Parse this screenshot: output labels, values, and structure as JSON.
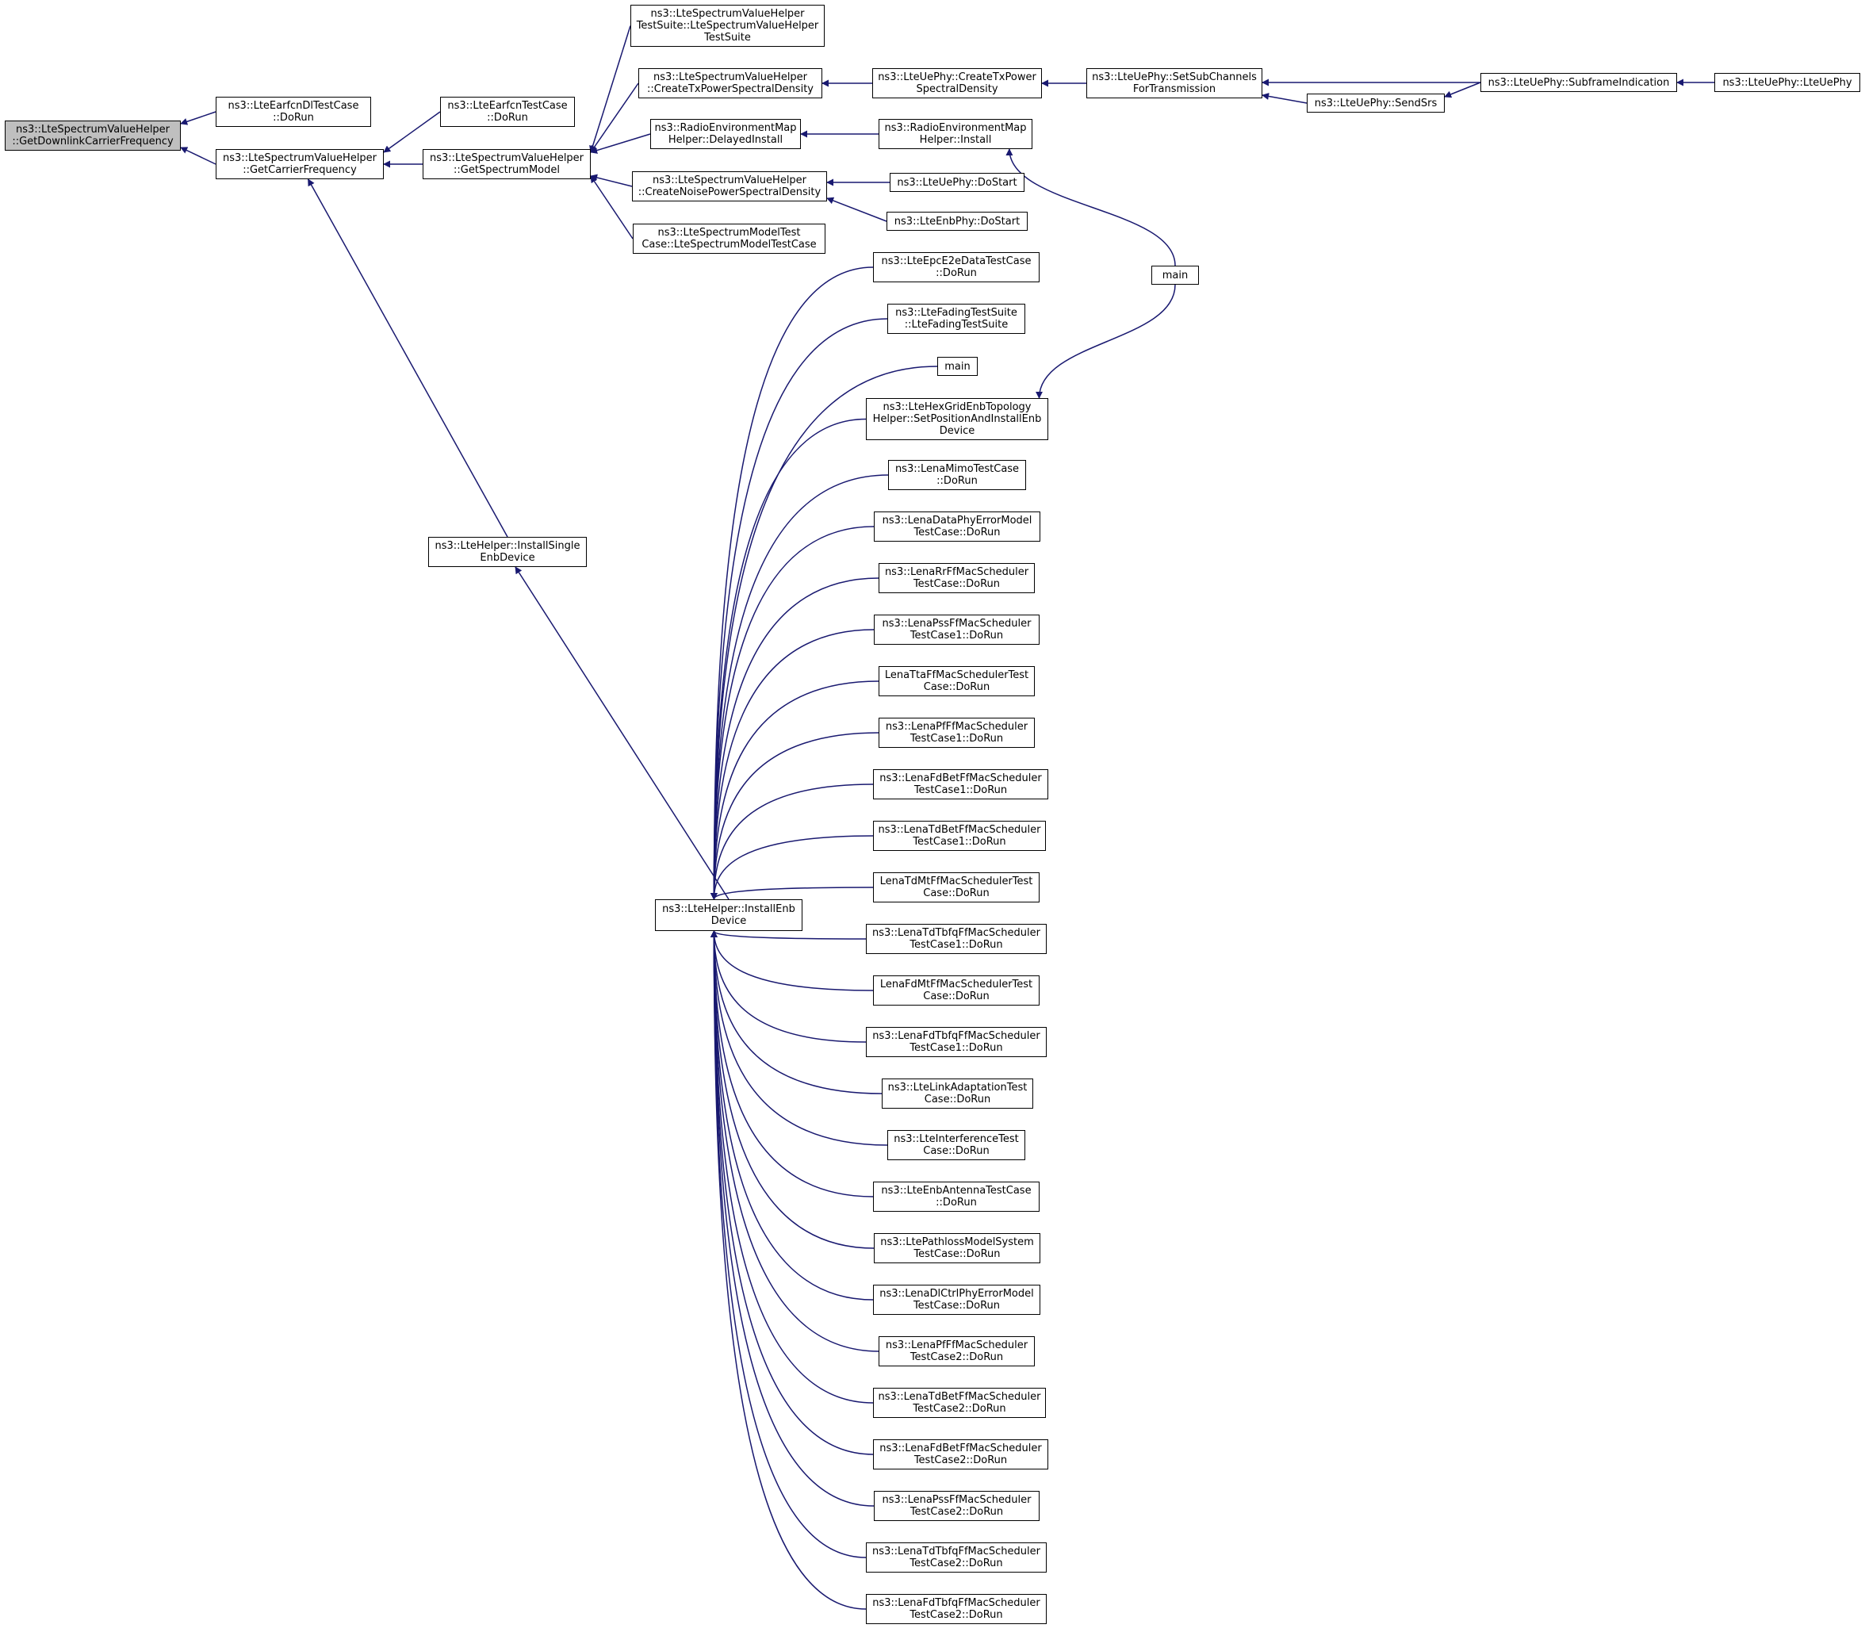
{
  "diagram": {
    "type": "doxygen-caller-graph",
    "colors": {
      "edge": "#191970",
      "node_border": "#000000",
      "root_fill": "#bfbfbf",
      "node_fill": "#ffffff"
    },
    "nodes": [
      {
        "id": "root",
        "lines": [
          "ns3::LteSpectrumValueHelper",
          "::GetDownlinkCarrierFrequency"
        ]
      },
      {
        "id": "earfcnDl",
        "lines": [
          "ns3::LteEarfcnDlTestCase",
          "::DoRun"
        ]
      },
      {
        "id": "getCarrier",
        "lines": [
          "ns3::LteSpectrumValueHelper",
          "::GetCarrierFrequency"
        ]
      },
      {
        "id": "earfcnTest",
        "lines": [
          "ns3::LteEarfcnTestCase",
          "::DoRun"
        ]
      },
      {
        "id": "getSpectrum",
        "lines": [
          "ns3::LteSpectrumValueHelper",
          "::GetSpectrumModel"
        ]
      },
      {
        "id": "installSingle",
        "lines": [
          "ns3::LteHelper::InstallSingle",
          "EnbDevice"
        ]
      },
      {
        "id": "installEnb",
        "lines": [
          "ns3::LteHelper::InstallEnb",
          "Device"
        ]
      },
      {
        "id": "svhSuite",
        "lines": [
          "ns3::LteSpectrumValueHelper",
          "TestSuite::LteSpectrumValueHelper",
          "TestSuite"
        ]
      },
      {
        "id": "createTxPsd",
        "lines": [
          "ns3::LteSpectrumValueHelper",
          "::CreateTxPowerSpectralDensity"
        ]
      },
      {
        "id": "remDelayed",
        "lines": [
          "ns3::RadioEnvironmentMap",
          "Helper::DelayedInstall"
        ]
      },
      {
        "id": "createNoisePsd",
        "lines": [
          "ns3::LteSpectrumValueHelper",
          "::CreateNoisePowerSpectralDensity"
        ]
      },
      {
        "id": "smTestCase",
        "lines": [
          "ns3::LteSpectrumModelTest",
          "Case::LteSpectrumModelTestCase"
        ]
      },
      {
        "id": "uePhyCreateTx",
        "lines": [
          "ns3::LteUePhy::CreateTxPower",
          "SpectralDensity"
        ]
      },
      {
        "id": "remInstall",
        "lines": [
          "ns3::RadioEnvironmentMap",
          "Helper::Install"
        ]
      },
      {
        "id": "uePhyDoStart",
        "lines": [
          "ns3::LteUePhy::DoStart"
        ]
      },
      {
        "id": "enbPhyDoStart",
        "lines": [
          "ns3::LteEnbPhy::DoStart"
        ]
      },
      {
        "id": "setSubCh",
        "lines": [
          "ns3::LteUePhy::SetSubChannels",
          "ForTransmission"
        ]
      },
      {
        "id": "sendSrs",
        "lines": [
          "ns3::LteUePhy::SendSrs"
        ]
      },
      {
        "id": "subframe",
        "lines": [
          "ns3::LteUePhy::SubframeIndication"
        ]
      },
      {
        "id": "uePhyCtor",
        "lines": [
          "ns3::LteUePhy::LteUePhy"
        ]
      },
      {
        "id": "main1",
        "lines": [
          "main"
        ]
      },
      {
        "id": "c1",
        "lines": [
          "ns3::LteEpcE2eDataTestCase",
          "::DoRun"
        ]
      },
      {
        "id": "c2",
        "lines": [
          "ns3::LteFadingTestSuite",
          "::LteFadingTestSuite"
        ]
      },
      {
        "id": "c3",
        "lines": [
          "main"
        ]
      },
      {
        "id": "c4",
        "lines": [
          "ns3::LteHexGridEnbTopology",
          "Helper::SetPositionAndInstallEnb",
          "Device"
        ]
      },
      {
        "id": "c5",
        "lines": [
          "ns3::LenaMimoTestCase",
          "::DoRun"
        ]
      },
      {
        "id": "c6",
        "lines": [
          "ns3::LenaDataPhyErrorModel",
          "TestCase::DoRun"
        ]
      },
      {
        "id": "c7",
        "lines": [
          "ns3::LenaRrFfMacScheduler",
          "TestCase::DoRun"
        ]
      },
      {
        "id": "c8",
        "lines": [
          "ns3::LenaPssFfMacScheduler",
          "TestCase1::DoRun"
        ]
      },
      {
        "id": "c9",
        "lines": [
          "LenaTtaFfMacSchedulerTest",
          "Case::DoRun"
        ]
      },
      {
        "id": "c10",
        "lines": [
          "ns3::LenaPfFfMacScheduler",
          "TestCase1::DoRun"
        ]
      },
      {
        "id": "c11",
        "lines": [
          "ns3::LenaFdBetFfMacScheduler",
          "TestCase1::DoRun"
        ]
      },
      {
        "id": "c12",
        "lines": [
          "ns3::LenaTdBetFfMacScheduler",
          "TestCase1::DoRun"
        ]
      },
      {
        "id": "c13",
        "lines": [
          "LenaTdMtFfMacSchedulerTest",
          "Case::DoRun"
        ]
      },
      {
        "id": "c14",
        "lines": [
          "ns3::LenaTdTbfqFfMacScheduler",
          "TestCase1::DoRun"
        ]
      },
      {
        "id": "c15",
        "lines": [
          "LenaFdMtFfMacSchedulerTest",
          "Case::DoRun"
        ]
      },
      {
        "id": "c16",
        "lines": [
          "ns3::LenaFdTbfqFfMacScheduler",
          "TestCase1::DoRun"
        ]
      },
      {
        "id": "c17",
        "lines": [
          "ns3::LteLinkAdaptationTest",
          "Case::DoRun"
        ]
      },
      {
        "id": "c18",
        "lines": [
          "ns3::LteInterferenceTest",
          "Case::DoRun"
        ]
      },
      {
        "id": "c19",
        "lines": [
          "ns3::LteEnbAntennaTestCase",
          "::DoRun"
        ]
      },
      {
        "id": "c20",
        "lines": [
          "ns3::LtePathlossModelSystem",
          "TestCase::DoRun"
        ]
      },
      {
        "id": "c21",
        "lines": [
          "ns3::LenaDlCtrlPhyErrorModel",
          "TestCase::DoRun"
        ]
      },
      {
        "id": "c22",
        "lines": [
          "ns3::LenaPfFfMacScheduler",
          "TestCase2::DoRun"
        ]
      },
      {
        "id": "c23",
        "lines": [
          "ns3::LenaTdBetFfMacScheduler",
          "TestCase2::DoRun"
        ]
      },
      {
        "id": "c24",
        "lines": [
          "ns3::LenaFdBetFfMacScheduler",
          "TestCase2::DoRun"
        ]
      },
      {
        "id": "c25",
        "lines": [
          "ns3::LenaPssFfMacScheduler",
          "TestCase2::DoRun"
        ]
      },
      {
        "id": "c26",
        "lines": [
          "ns3::LenaTdTbfqFfMacScheduler",
          "TestCase2::DoRun"
        ]
      },
      {
        "id": "c27",
        "lines": [
          "ns3::LenaFdTbfqFfMacScheduler",
          "TestCase2::DoRun"
        ]
      }
    ],
    "edges": [
      [
        "earfcnDl",
        "root"
      ],
      [
        "getCarrier",
        "root"
      ],
      [
        "earfcnTest",
        "getCarrier"
      ],
      [
        "getSpectrum",
        "getCarrier"
      ],
      [
        "installSingle",
        "getCarrier"
      ],
      [
        "svhSuite",
        "getSpectrum"
      ],
      [
        "createTxPsd",
        "getSpectrum"
      ],
      [
        "remDelayed",
        "getSpectrum"
      ],
      [
        "createNoisePsd",
        "getSpectrum"
      ],
      [
        "smTestCase",
        "getSpectrum"
      ],
      [
        "installEnb",
        "installSingle"
      ],
      [
        "uePhyCreateTx",
        "createTxPsd"
      ],
      [
        "setSubCh",
        "uePhyCreateTx"
      ],
      [
        "subframe",
        "setSubCh"
      ],
      [
        "sendSrs",
        "setSubCh"
      ],
      [
        "subframe",
        "sendSrs"
      ],
      [
        "uePhyCtor",
        "subframe"
      ],
      [
        "remInstall",
        "remDelayed"
      ],
      [
        "main1",
        "remInstall"
      ],
      [
        "main1",
        "c4"
      ],
      [
        "uePhyDoStart",
        "createNoisePsd"
      ],
      [
        "enbPhyDoStart",
        "createNoisePsd"
      ],
      [
        "c1",
        "installEnb"
      ],
      [
        "c2",
        "installEnb"
      ],
      [
        "c3",
        "installEnb"
      ],
      [
        "c4",
        "installEnb"
      ],
      [
        "c5",
        "installEnb"
      ],
      [
        "c6",
        "installEnb"
      ],
      [
        "c7",
        "installEnb"
      ],
      [
        "c8",
        "installEnb"
      ],
      [
        "c9",
        "installEnb"
      ],
      [
        "c10",
        "installEnb"
      ],
      [
        "c11",
        "installEnb"
      ],
      [
        "c12",
        "installEnb"
      ],
      [
        "c13",
        "installEnb"
      ],
      [
        "c14",
        "installEnb"
      ],
      [
        "c15",
        "installEnb"
      ],
      [
        "c16",
        "installEnb"
      ],
      [
        "c17",
        "installEnb"
      ],
      [
        "c18",
        "installEnb"
      ],
      [
        "c19",
        "installEnb"
      ],
      [
        "c20",
        "installEnb"
      ],
      [
        "c21",
        "installEnb"
      ],
      [
        "c22",
        "installEnb"
      ],
      [
        "c23",
        "installEnb"
      ],
      [
        "c24",
        "installEnb"
      ],
      [
        "c25",
        "installEnb"
      ],
      [
        "c26",
        "installEnb"
      ],
      [
        "c27",
        "installEnb"
      ]
    ]
  }
}
